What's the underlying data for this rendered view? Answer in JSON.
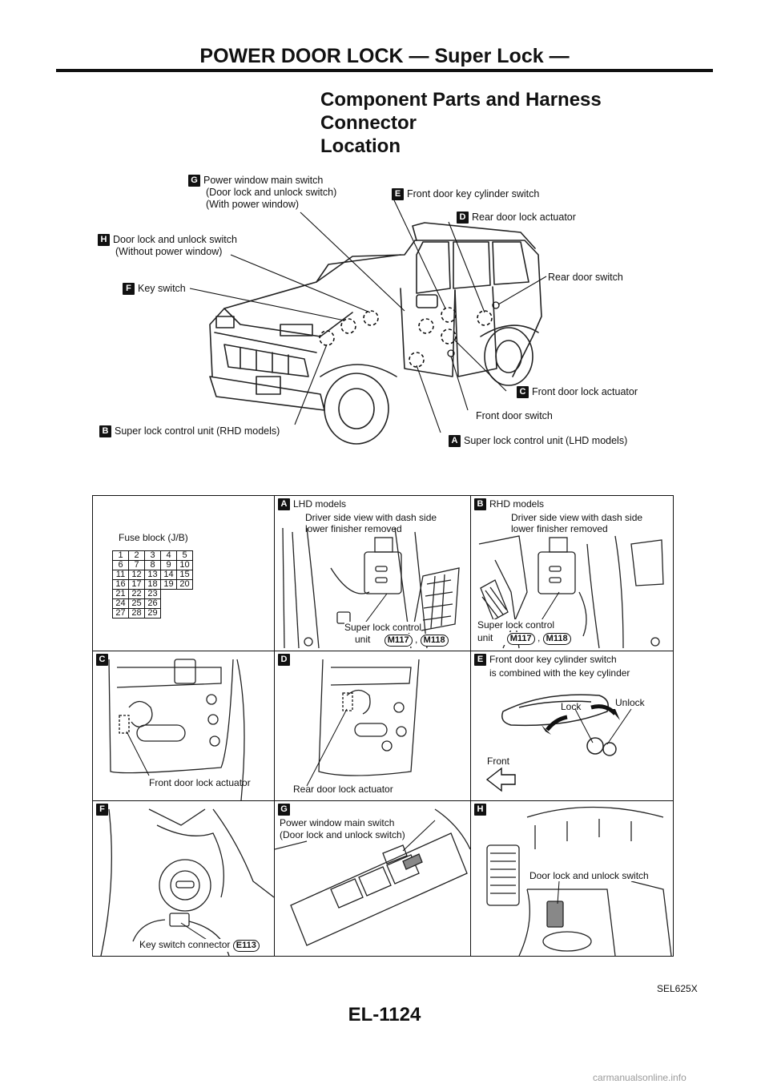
{
  "header": {
    "title": "POWER DOOR LOCK — Super Lock —"
  },
  "section": {
    "title_line1": "Component Parts and Harness Connector",
    "title_line2": "Location"
  },
  "overview_callouts": {
    "G": {
      "letter": "G",
      "line1": "Power window main switch",
      "line2": "(Door lock and unlock switch)",
      "line3": "(With power window)"
    },
    "E": {
      "letter": "E",
      "text": "Front door key cylinder switch"
    },
    "D": {
      "letter": "D",
      "text": "Rear door lock actuator"
    },
    "H": {
      "letter": "H",
      "line1": "Door lock and unlock switch",
      "line2": "(Without power window)"
    },
    "F": {
      "letter": "F",
      "text": "Key switch"
    },
    "rear_door_switch": "Rear door switch",
    "C": {
      "letter": "C",
      "text": "Front door lock actuator"
    },
    "front_door_switch": "Front door switch",
    "B": {
      "letter": "B",
      "text": "Super lock control unit (RHD models)"
    },
    "A": {
      "letter": "A",
      "text": "Super lock control unit (LHD models)"
    }
  },
  "panels": {
    "fuse": {
      "title": "Fuse block (J/B)",
      "rows": [
        [
          "1",
          "2",
          "3",
          "4",
          "5"
        ],
        [
          "6",
          "7",
          "8",
          "9",
          "10"
        ],
        [
          "11",
          "12",
          "13",
          "14",
          "15"
        ],
        [
          "16",
          "17",
          "18",
          "19",
          "20"
        ],
        [
          "21",
          "22",
          "23"
        ],
        [
          "24",
          "25",
          "26"
        ],
        [
          "27",
          "28",
          "29"
        ]
      ]
    },
    "A": {
      "letter": "A",
      "line1": "LHD models",
      "line2": "Driver side view with dash side",
      "line3": "lower finisher removed",
      "cu_line1": "Super lock control",
      "cu_line2": "unit",
      "conn1": "M117",
      "sep": ",",
      "conn2": "M118"
    },
    "B": {
      "letter": "B",
      "line1": "RHD models",
      "line2": "Driver side view with dash side",
      "line3": "lower finisher removed",
      "cu_line1": "Super lock control",
      "cu_line2": "unit",
      "conn1": "M117",
      "sep": ",",
      "conn2": "M118"
    },
    "C": {
      "letter": "C",
      "label": "Front door lock actuator"
    },
    "D": {
      "letter": "D",
      "label": "Rear door lock actuator"
    },
    "E": {
      "letter": "E",
      "line1": "Front door key cylinder switch",
      "line2": "is combined with the key cylinder",
      "lock": "Lock",
      "unlock": "Unlock",
      "front": "Front"
    },
    "F": {
      "letter": "F",
      "label": "Key switch connector",
      "conn": "E113"
    },
    "G": {
      "letter": "G",
      "line1": "Power window main switch",
      "line2": "(Door lock and unlock switch)"
    },
    "H": {
      "letter": "H",
      "label": "Door lock and unlock switch"
    }
  },
  "footer": {
    "code": "SEL625X",
    "page": "EL-1124",
    "watermark": "carmanualsonline.info"
  }
}
